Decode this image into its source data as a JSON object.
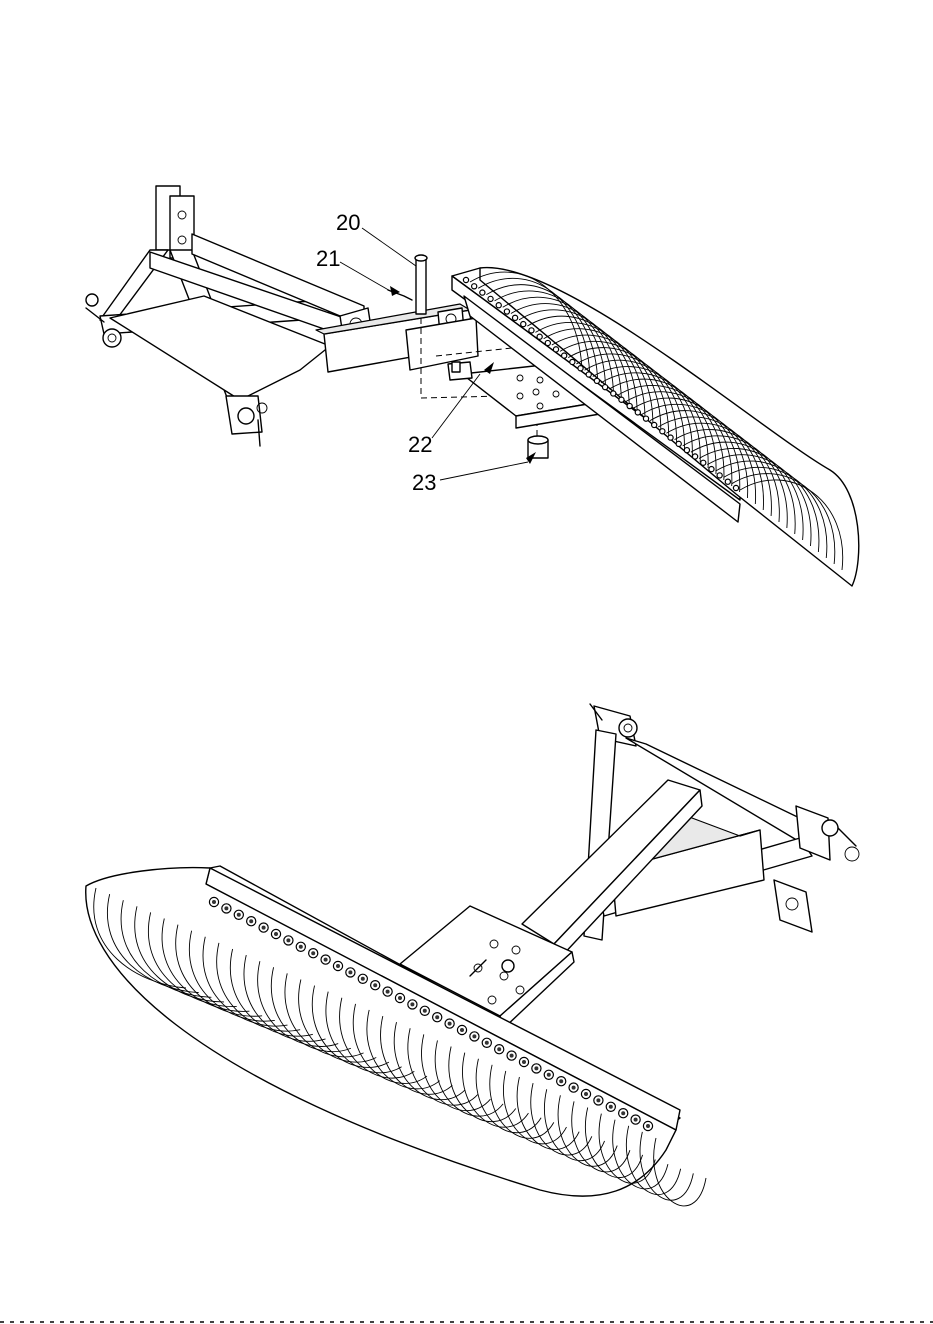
{
  "callouts": [
    {
      "id": "20",
      "text": "20"
    },
    {
      "id": "21",
      "text": "21"
    },
    {
      "id": "22",
      "text": "22"
    },
    {
      "id": "23",
      "text": "23"
    }
  ]
}
